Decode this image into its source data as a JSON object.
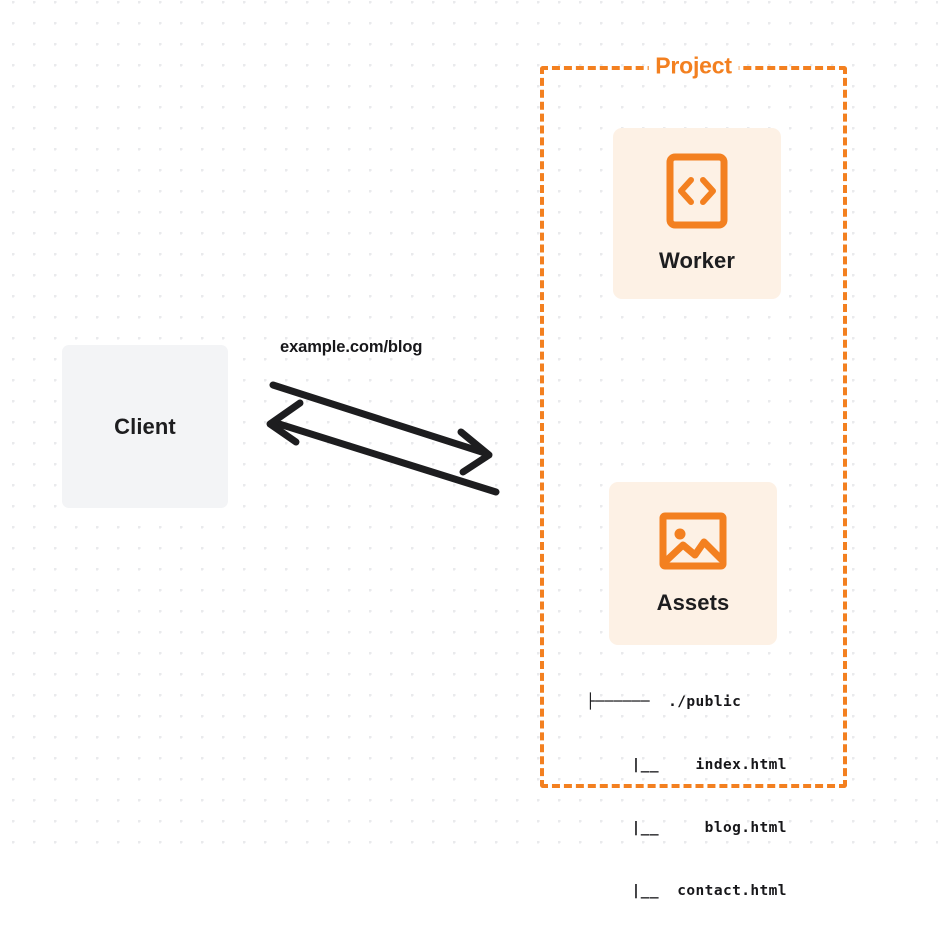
{
  "diagram": {
    "title": "Project architecture diagram",
    "colors": {
      "accent_orange": "#f38020",
      "card_background": "#fdf1e5",
      "client_background": "#f3f4f6",
      "text_dark": "#1d1d1f",
      "arrow_stroke": "#1d1d1f",
      "grid_dot": "#e9eaec",
      "canvas_background": "#ffffff"
    },
    "client": {
      "label": "Client"
    },
    "connection": {
      "label": "example.com/blog",
      "request_arrow_name": "request-arrow",
      "response_arrow_name": "response-arrow"
    },
    "project": {
      "title": "Project",
      "nodes": [
        {
          "id": "worker",
          "label": "Worker",
          "icon": "code-brackets-icon"
        },
        {
          "id": "assets",
          "label": "Assets",
          "icon": "image-picture-icon"
        }
      ],
      "file_tree": {
        "lines": [
          "├──────  ./public",
          "     |__    index.html",
          "     |__     blog.html",
          "     |__  contact.html"
        ],
        "root": "./public",
        "files": [
          "index.html",
          "blog.html",
          "contact.html"
        ]
      }
    }
  }
}
